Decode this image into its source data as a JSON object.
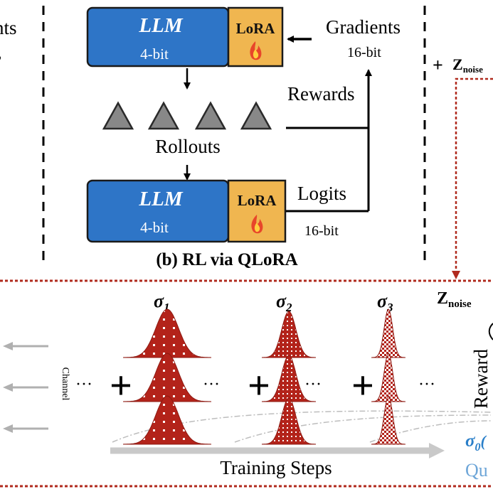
{
  "left_panel": {
    "text_top": "nts",
    "text_second": ","
  },
  "top_panel": {
    "llm_top": {
      "title": "LLM",
      "bits": "4-bit",
      "lora": "LoRA",
      "lora_icon": "fire-icon"
    },
    "llm_bottom": {
      "title": "LLM",
      "bits": "4-bit",
      "lora": "LoRA",
      "lora_icon": "fire-icon"
    },
    "gradients_label": "Gradients",
    "gradients_bits": "16-bit",
    "rewards_label": "Rewards",
    "rollouts_label": "Rollouts",
    "logits_label": "Logits",
    "logits_bits": "16-bit",
    "caption": "(b) RL via QLoRA",
    "rollout_count": 4,
    "colors": {
      "llm_blue": "#2e75c7",
      "lora_gold": "#f0b650",
      "rollout_gray": "#888888"
    }
  },
  "right_panel": {
    "noise_top_plus": "+",
    "noise_top": "Z",
    "noise_top_sub": "noise",
    "noise_mid": "Z",
    "noise_mid_sub": "noise"
  },
  "bottom_panel": {
    "sigmas": [
      {
        "symbol": "σ",
        "sub": "1"
      },
      {
        "symbol": "σ",
        "sub": "2"
      },
      {
        "symbol": "σ",
        "sub": "3"
      }
    ],
    "channel_label": "Channel",
    "plus": "+",
    "ellipsis": "···",
    "training_steps_label": "Training Steps",
    "reward_label": "Reward",
    "sigma0": "σ",
    "sigma0_sub": "0",
    "sigma0_suffix": "(",
    "qu_label": "Qu",
    "colors": {
      "dist_red": "#b3231a",
      "dashed_red": "#b02a1e",
      "sigma0_blue": "#2a7fc9",
      "qu_blue": "#6ea6d8",
      "arrow_gray": "#b0b0b0"
    }
  }
}
